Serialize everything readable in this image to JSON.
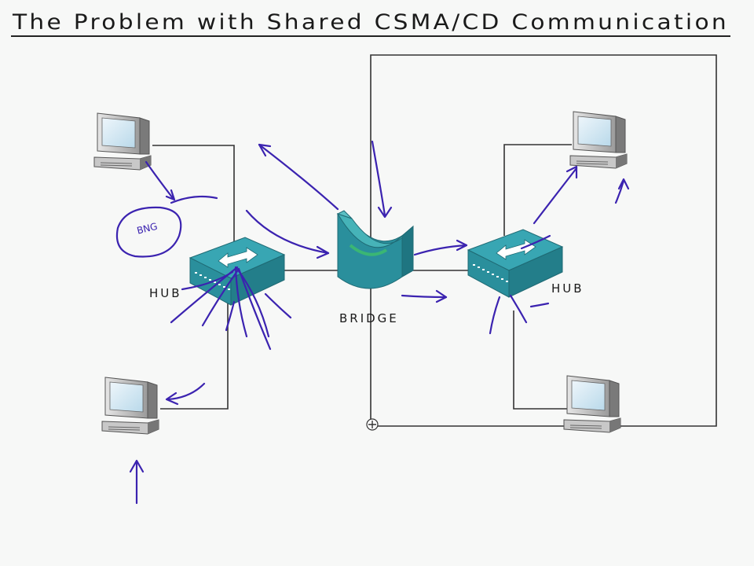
{
  "title": "The Problem with Shared CSMA/CD Communication",
  "watermark": "",
  "labels": {
    "hub_left": "HUB",
    "hub_right": "HUB",
    "bridge": "BRIDGE",
    "scribble": "BNG"
  },
  "colors": {
    "ink": "#3b23b0",
    "device_teal": "#2a9aa8",
    "device_teal_dark": "#1d7583",
    "wire": "#333333",
    "background": "#f7f8f7"
  },
  "icons": {
    "computer": "computer-icon",
    "hub": "hub-icon",
    "bridge": "bridge-icon",
    "cursor": "move-cursor-icon"
  }
}
